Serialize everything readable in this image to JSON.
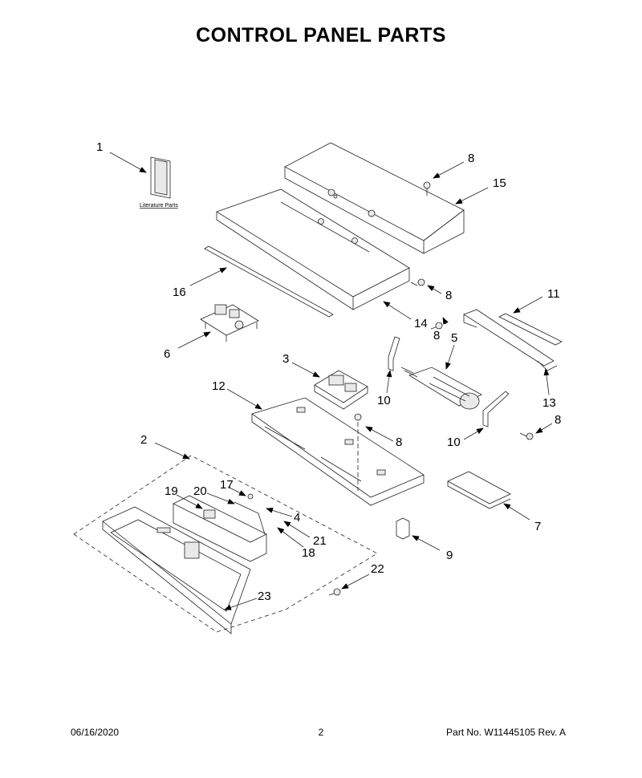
{
  "title": "CONTROL PANEL PARTS",
  "literature_label": "Literature Parts",
  "callouts": [
    {
      "id": "c1",
      "label": "1"
    },
    {
      "id": "c2",
      "label": "2"
    },
    {
      "id": "c3",
      "label": "3"
    },
    {
      "id": "c4",
      "label": "4"
    },
    {
      "id": "c5",
      "label": "5"
    },
    {
      "id": "c6",
      "label": "6"
    },
    {
      "id": "c7",
      "label": "7"
    },
    {
      "id": "c8a",
      "label": "8"
    },
    {
      "id": "c8b",
      "label": "8"
    },
    {
      "id": "c8c",
      "label": "8"
    },
    {
      "id": "c8d",
      "label": "8"
    },
    {
      "id": "c8e",
      "label": "8"
    },
    {
      "id": "c9",
      "label": "9"
    },
    {
      "id": "c10a",
      "label": "10"
    },
    {
      "id": "c10b",
      "label": "10"
    },
    {
      "id": "c11",
      "label": "11"
    },
    {
      "id": "c12",
      "label": "12"
    },
    {
      "id": "c13",
      "label": "13"
    },
    {
      "id": "c14",
      "label": "14"
    },
    {
      "id": "c15",
      "label": "15"
    },
    {
      "id": "c16",
      "label": "16"
    },
    {
      "id": "c17",
      "label": "17"
    },
    {
      "id": "c18",
      "label": "18"
    },
    {
      "id": "c19",
      "label": "19"
    },
    {
      "id": "c20",
      "label": "20"
    },
    {
      "id": "c21",
      "label": "21"
    },
    {
      "id": "c22",
      "label": "22"
    },
    {
      "id": "c23",
      "label": "23"
    }
  ],
  "footer": {
    "date": "06/16/2020",
    "page": "2",
    "part": "Part No.  W11445105  Rev.  A"
  }
}
